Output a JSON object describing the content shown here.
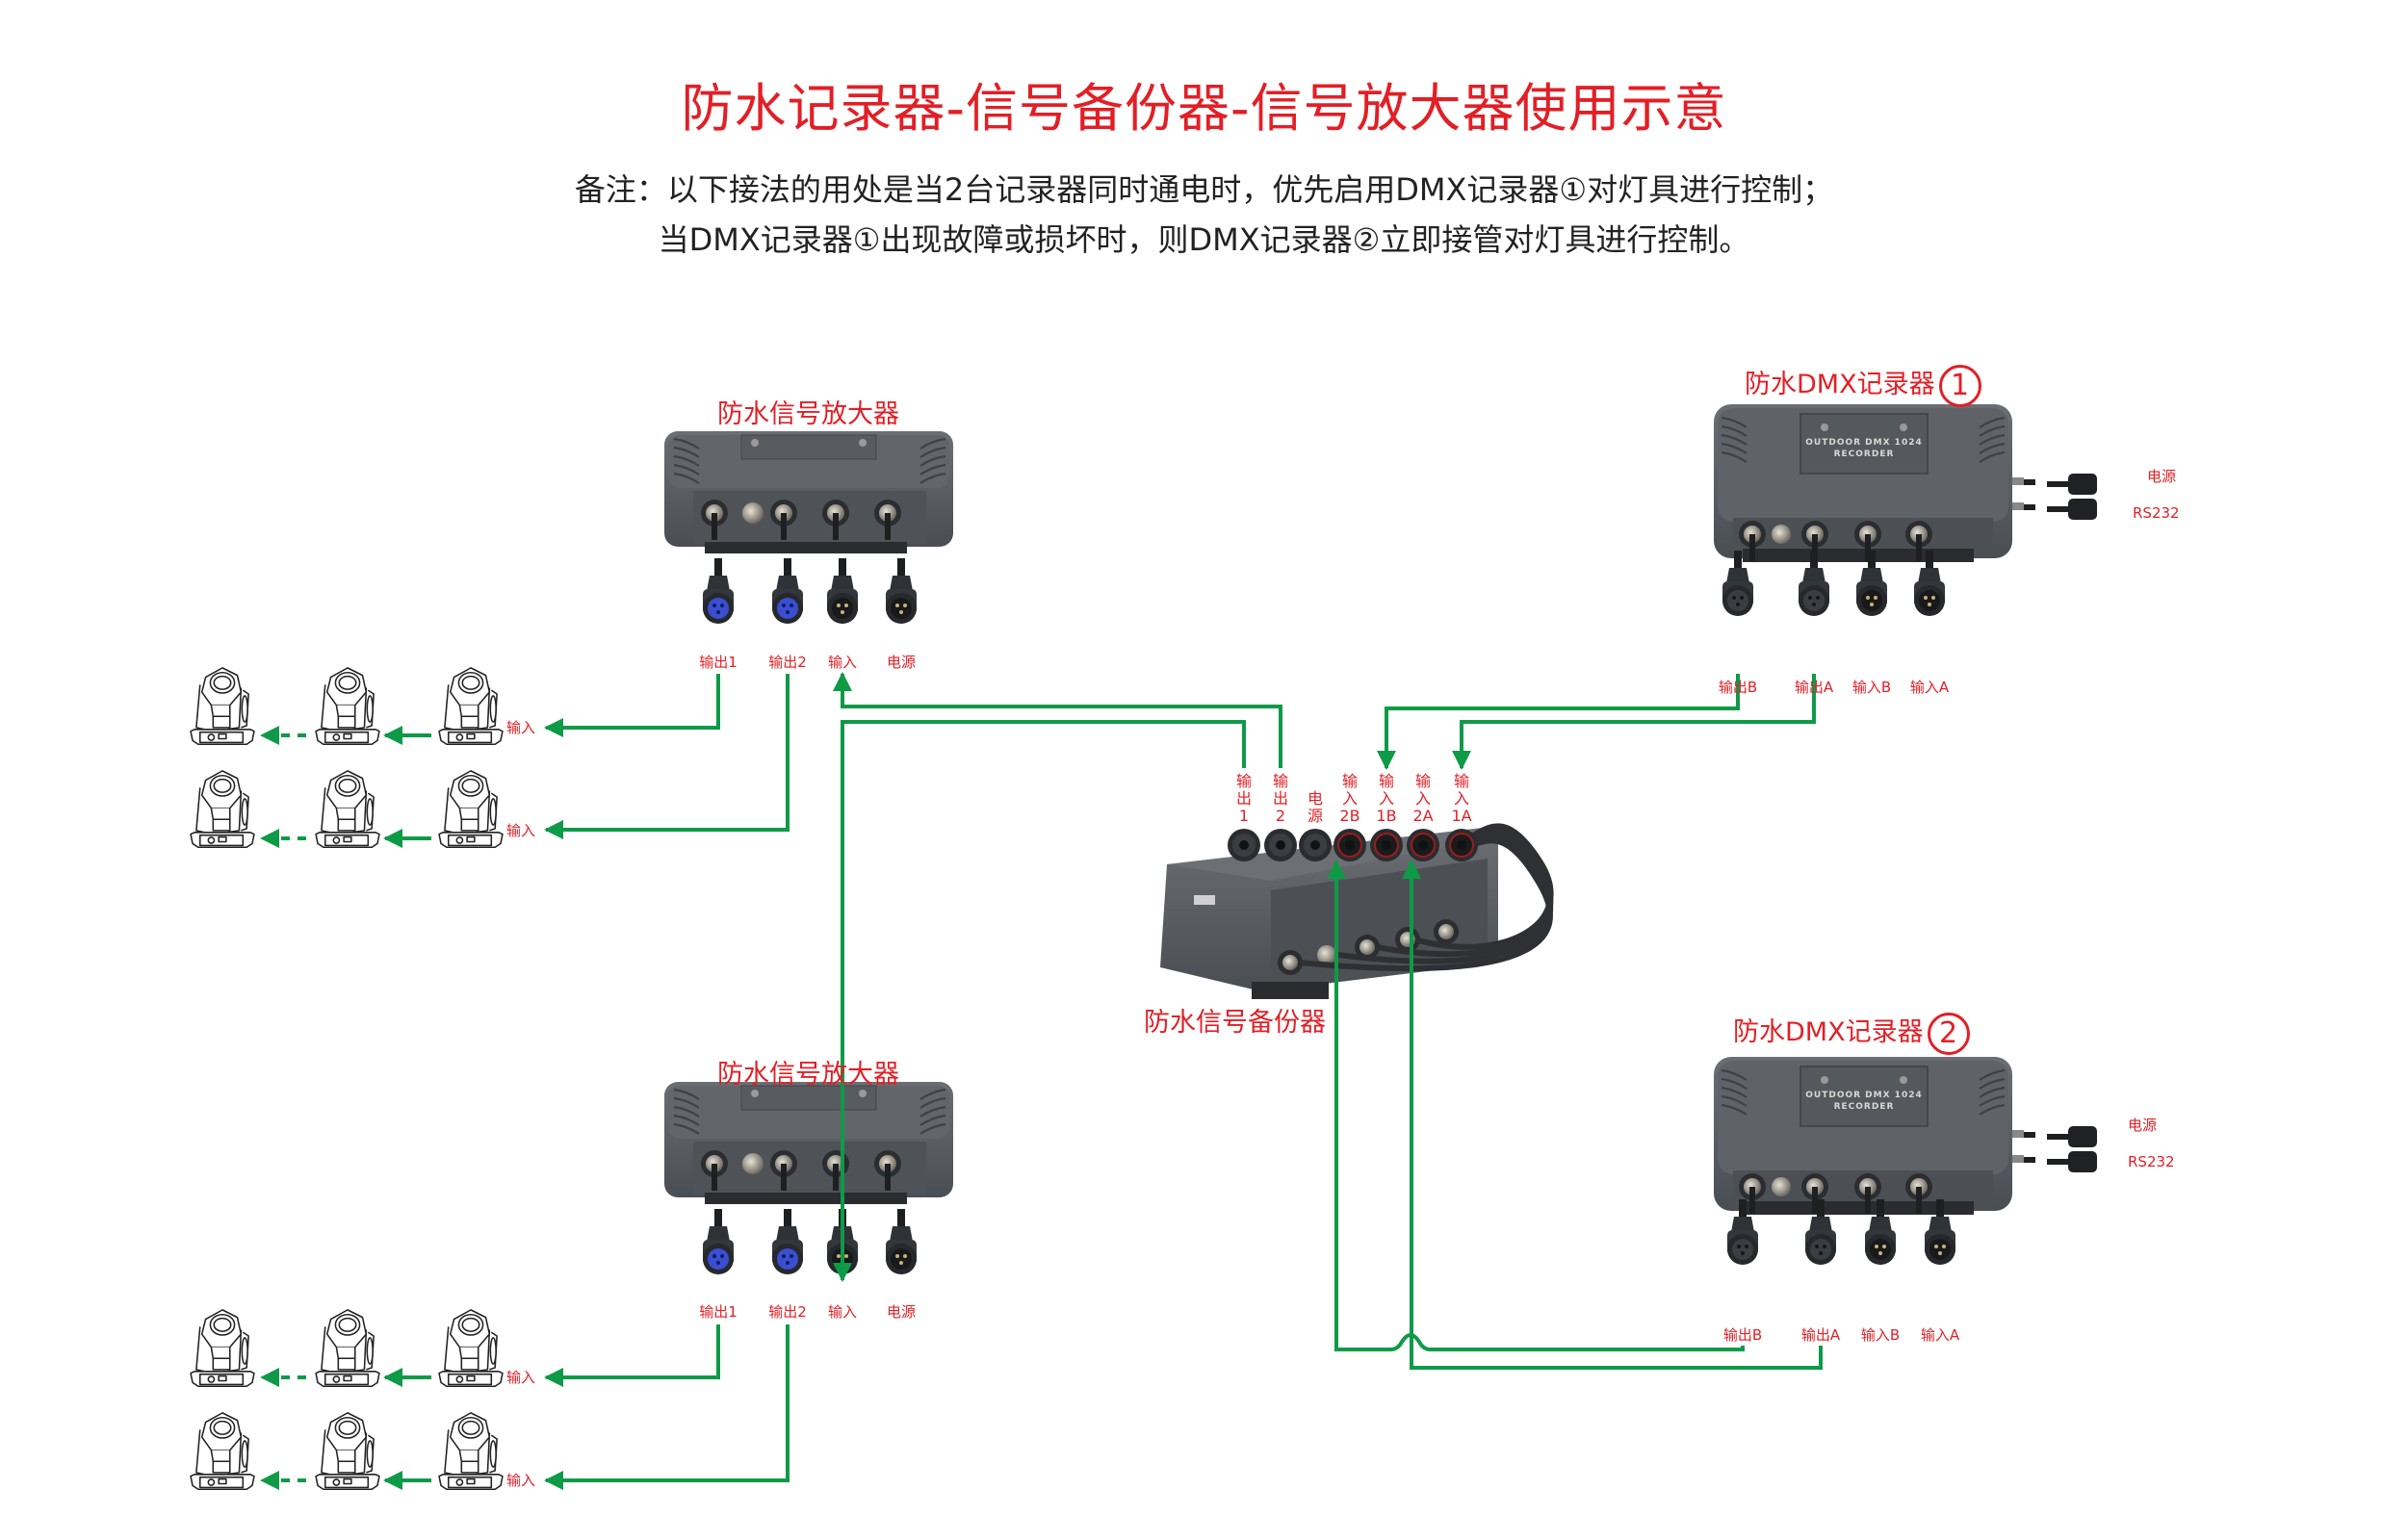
{
  "title": "防水记录器-信号备份器-信号放大器使用示意",
  "note": {
    "line1": "备注：以下接法的用处是当2台记录器同时通电时，优先启用DMX记录器①对灯具进行控制；",
    "line2": "当DMX记录器①出现故障或损坏时，则DMX记录器②立即接管对灯具进行控制。"
  },
  "colors": {
    "label_red": "#e21f26",
    "wire_green": "#0f9a48",
    "device_gray": "#55595e"
  },
  "amplifier_top": {
    "title": "防水信号放大器",
    "ports": [
      "输出1",
      "输出2",
      "输入",
      "电源"
    ]
  },
  "amplifier_bottom": {
    "title": "防水信号放大器",
    "ports": [
      "输出1",
      "输出2",
      "输入",
      "电源"
    ]
  },
  "recorder_1": {
    "title": "防水DMX记录器",
    "number": "1",
    "plate": [
      "OUTDOOR DMX 1024",
      "RECORDER"
    ],
    "side_ports": [
      "电源",
      "RS232"
    ],
    "ports": [
      "输出B",
      "输出A",
      "输入B",
      "输入A"
    ]
  },
  "recorder_2": {
    "title": "防水DMX记录器",
    "number": "2",
    "plate": [
      "OUTDOOR DMX 1024",
      "RECORDER"
    ],
    "side_ports": [
      "电源",
      "RS232"
    ],
    "ports": [
      "输出B",
      "输出A",
      "输入B",
      "输入A"
    ]
  },
  "backup": {
    "title": "防水信号备份器",
    "ports": [
      {
        "line1": "输",
        "line2": "出",
        "line3": "1"
      },
      {
        "line1": "输",
        "line2": "出",
        "line3": "2"
      },
      {
        "line1": "",
        "line2": "电",
        "line3": "源"
      },
      {
        "line1": "输",
        "line2": "入",
        "line3": "2B"
      },
      {
        "line1": "输",
        "line2": "入",
        "line3": "1B"
      },
      {
        "line1": "输",
        "line2": "入",
        "line3": "2A"
      },
      {
        "line1": "输",
        "line2": "入",
        "line3": "1A"
      }
    ]
  },
  "light_groups": {
    "input_label": "输入",
    "rows": 4,
    "fixtures_per_row": 3
  }
}
